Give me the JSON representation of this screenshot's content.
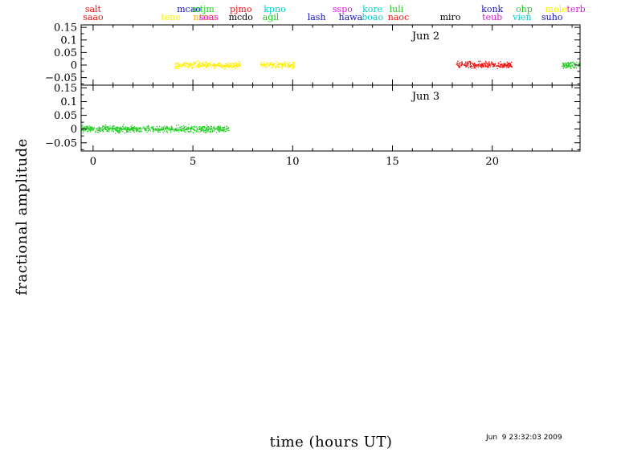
{
  "chart_data": {
    "type": "scatter",
    "xlabel": "time (hours UT)",
    "ylabel": "fractional amplitude",
    "xlim": [
      -0.6,
      24.4
    ],
    "ylim": [
      -0.08,
      0.16
    ],
    "xticks": [
      0,
      5,
      10,
      15,
      20
    ],
    "xtick_labels": [
      "0",
      "5",
      "10",
      "15",
      "20"
    ],
    "yticks": [
      -0.05,
      0,
      0.05,
      0.1,
      0.15
    ],
    "ytick_labels": [
      "−0.05",
      "0",
      "0.05",
      "0.1",
      "0.15"
    ],
    "timestamp": "Jun  9 23:32:03 2009",
    "site_labels": [
      {
        "name": "salt",
        "x": 0.0,
        "row": 0,
        "color": "#ee1111"
      },
      {
        "name": "saao",
        "x": 0.0,
        "row": 1,
        "color": "#ee1111"
      },
      {
        "name": "tene",
        "x": 3.9,
        "row": 1,
        "color": "#ffee00"
      },
      {
        "name": "mcao",
        "x": 4.8,
        "row": 0,
        "color": "#1111cc"
      },
      {
        "name": "mtjm",
        "x": 5.5,
        "row": 0,
        "color": "#22cc22"
      },
      {
        "name": "ntnm",
        "x": 5.6,
        "row": 1,
        "color": "#ffaa00"
      },
      {
        "name": "soas",
        "x": 5.8,
        "row": 1,
        "color": "#dd11dd"
      },
      {
        "name": "pjmo",
        "x": 7.4,
        "row": 0,
        "color": "#ee1111"
      },
      {
        "name": "mcdo",
        "x": 7.4,
        "row": 1,
        "color": "#000000"
      },
      {
        "name": "kpno",
        "x": 9.1,
        "row": 0,
        "color": "#00cccc"
      },
      {
        "name": "agil",
        "x": 8.9,
        "row": 1,
        "color": "#22cc22"
      },
      {
        "name": "lash",
        "x": 11.2,
        "row": 1,
        "color": "#1111cc"
      },
      {
        "name": "sspo",
        "x": 12.5,
        "row": 0,
        "color": "#dd11dd"
      },
      {
        "name": "hawa",
        "x": 12.9,
        "row": 1,
        "color": "#1111cc"
      },
      {
        "name": "kore",
        "x": 14.0,
        "row": 0,
        "color": "#00cccc"
      },
      {
        "name": "boao",
        "x": 14.0,
        "row": 1,
        "color": "#00cccc"
      },
      {
        "name": "luli",
        "x": 15.2,
        "row": 0,
        "color": "#22cc22"
      },
      {
        "name": "naoc",
        "x": 15.3,
        "row": 1,
        "color": "#ee1111"
      },
      {
        "name": "miro",
        "x": 17.9,
        "row": 1,
        "color": "#000000"
      },
      {
        "name": "konk",
        "x": 20.0,
        "row": 0,
        "color": "#1111cc"
      },
      {
        "name": "teub",
        "x": 20.0,
        "row": 1,
        "color": "#dd11dd"
      },
      {
        "name": "ohp",
        "x": 21.6,
        "row": 0,
        "color": "#22cc22"
      },
      {
        "name": "vien",
        "x": 21.5,
        "row": 1,
        "color": "#00cccc"
      },
      {
        "name": "mole",
        "x": 23.2,
        "row": 0,
        "color": "#ffee00"
      },
      {
        "name": "suho",
        "x": 23.0,
        "row": 1,
        "color": "#1111cc"
      },
      {
        "name": "terb",
        "x": 24.2,
        "row": 0,
        "color": "#dd11dd"
      }
    ],
    "panels": [
      {
        "label": "Jun 2",
        "series": [
          {
            "color": "#ffee00",
            "segments": [
              [
                4.1,
                7.4
              ],
              [
                8.4,
                10.1
              ]
            ],
            "scatter": 0.012
          },
          {
            "color": "#ee1111",
            "segments": [
              [
                18.2,
                21.0
              ]
            ],
            "scatter": 0.012
          },
          {
            "color": "#22cc22",
            "segments": [
              [
                23.5,
                24.4
              ]
            ],
            "scatter": 0.012
          }
        ]
      },
      {
        "label": "Jun 3",
        "series": [
          {
            "color": "#22cc22",
            "segments": [
              [
                -0.6,
                6.8
              ]
            ],
            "scatter": 0.012
          }
        ]
      }
    ]
  }
}
